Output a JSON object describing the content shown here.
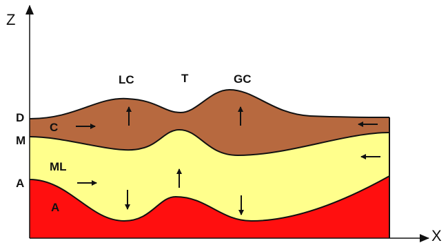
{
  "axes": {
    "z_label": "Z",
    "x_label": "X"
  },
  "edge_labels": {
    "d": "D",
    "m": "M",
    "a": "A"
  },
  "top_labels": {
    "lc": "LC",
    "t": "T",
    "gc": "GC"
  },
  "layer_labels": {
    "c": "C",
    "ml": "ML",
    "a": "A"
  },
  "colors": {
    "crust": "#b7693f",
    "mantle_lithosphere": "#ffff8c",
    "asthenosphere": "#ff0f0f",
    "line": "#111111"
  }
}
